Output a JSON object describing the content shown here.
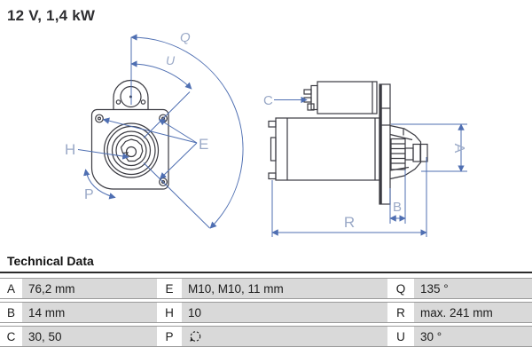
{
  "header": {
    "rating": "12 V, 1,4 kW"
  },
  "diagram": {
    "front_view_labels": {
      "q": "Q",
      "u": "U",
      "e": "E",
      "h": "H",
      "p": "P"
    },
    "side_view_labels": {
      "c": "C",
      "a": "A",
      "b": "B",
      "r": "R"
    },
    "colors": {
      "outline": "#3a3a41",
      "dimension_line": "#4f6fb2",
      "dimension_label": "#9aa9c7"
    }
  },
  "technical_data": {
    "title": "Technical Data",
    "rows": [
      {
        "cells": [
          {
            "key": "A",
            "value": "76,2 mm"
          },
          {
            "key": "E",
            "value": "M10, M10, 11 mm"
          },
          {
            "key": "Q",
            "value": "135 °"
          }
        ]
      },
      {
        "cells": [
          {
            "key": "B",
            "value": "14 mm"
          },
          {
            "key": "H",
            "value": "10"
          },
          {
            "key": "R",
            "value": "max. 241 mm"
          }
        ]
      },
      {
        "cells": [
          {
            "key": "C",
            "value": "30, 50"
          },
          {
            "key": "P",
            "value": "",
            "icon": "rotation-direction-icon"
          },
          {
            "key": "U",
            "value": "30 °"
          }
        ]
      }
    ],
    "colors": {
      "cell_bg": "#d9d9d9",
      "row_border": "#9b9b9b"
    }
  }
}
